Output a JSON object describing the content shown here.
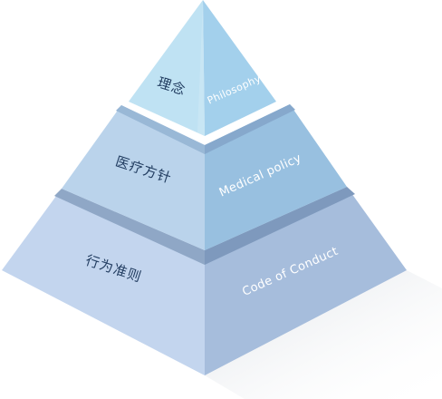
{
  "pyramid": {
    "tiers": [
      {
        "id": "top",
        "label_jp": "理念",
        "label_en": "Philosophy"
      },
      {
        "id": "middle",
        "label_jp": "医疗方针",
        "label_en": "Medical policy"
      },
      {
        "id": "bottom",
        "label_jp": "行为准则",
        "label_en": "Code of Conduct"
      }
    ]
  }
}
